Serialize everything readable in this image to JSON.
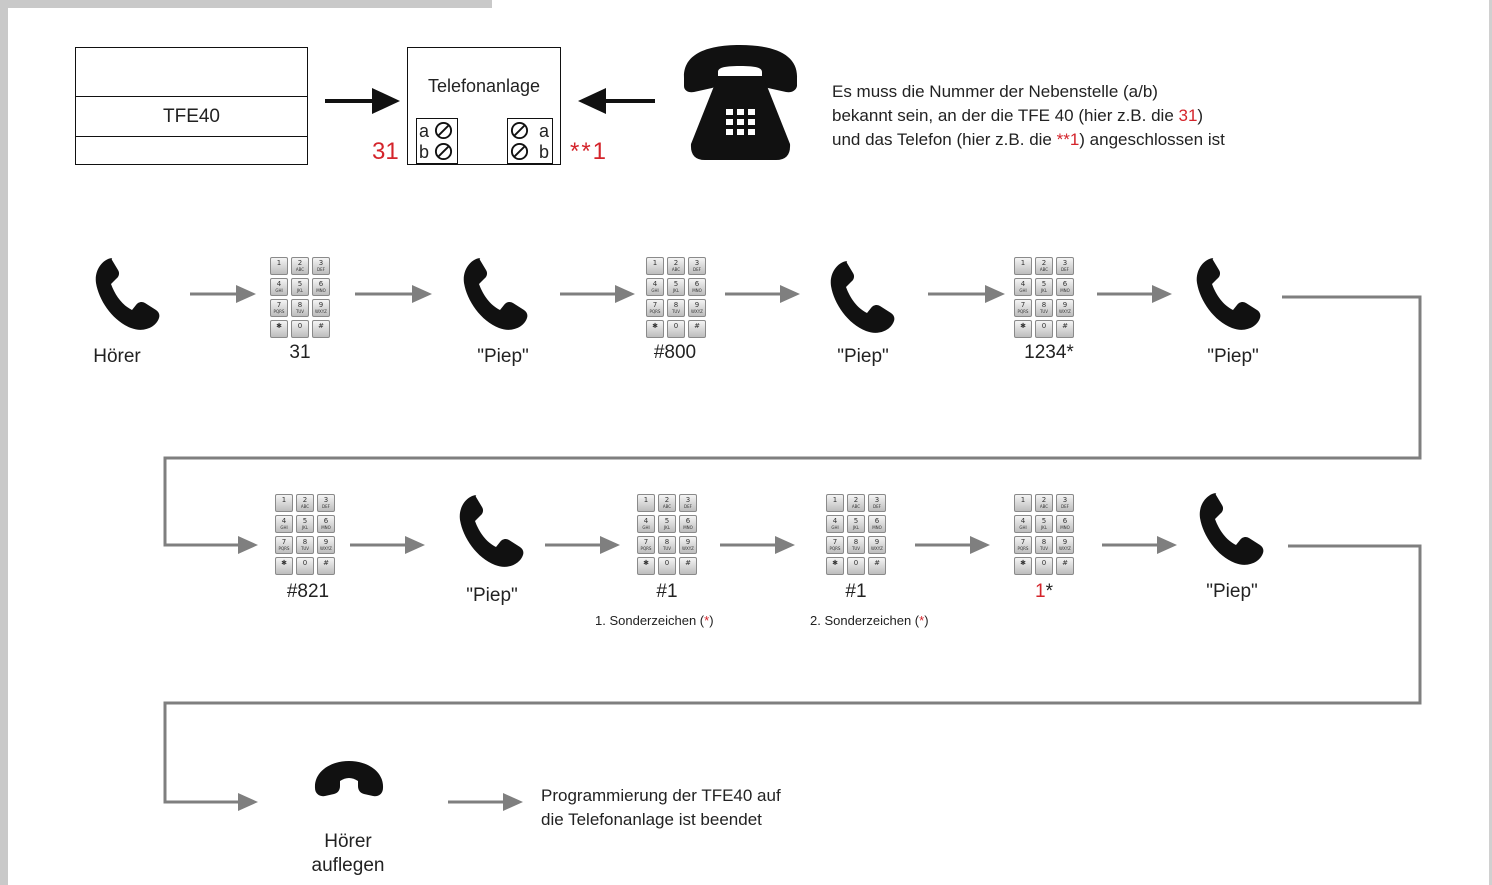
{
  "colors": {
    "accent_red": "#d4242b",
    "arrow_gray": "#7f7f7f",
    "frame_gray": "#c9c9c9"
  },
  "device": {
    "label": "TFE40"
  },
  "pbx": {
    "title": "Telefonanlage",
    "left_terminal": {
      "a": "a",
      "b": "b",
      "number": "31"
    },
    "right_terminal": {
      "a": "a",
      "b": "b",
      "number": "**1"
    }
  },
  "info": {
    "line1": "Es muss die Nummer der Nebenstelle (a/b)",
    "line2_pre": "bekannt sein, an der die TFE 40 (hier z.B. die ",
    "line2_red": "31",
    "line2_post": ")",
    "line3_pre": "und das Telefon (hier z.B. die ",
    "line3_red": "**1",
    "line3_post": ") angeschlossen ist"
  },
  "icons": {
    "handset": "phone-handset-icon",
    "keypad": "keypad-icon",
    "desk_phone": "desk-phone-icon",
    "hangup": "hang-up-icon"
  },
  "keypad_keys": [
    {
      "digit": "1",
      "letters": ""
    },
    {
      "digit": "2",
      "letters": "ABC"
    },
    {
      "digit": "3",
      "letters": "DEF"
    },
    {
      "digit": "4",
      "letters": "GHI"
    },
    {
      "digit": "5",
      "letters": "JKL"
    },
    {
      "digit": "6",
      "letters": "MNO"
    },
    {
      "digit": "7",
      "letters": "PQRS"
    },
    {
      "digit": "8",
      "letters": "TUV"
    },
    {
      "digit": "9",
      "letters": "WXYZ"
    },
    {
      "digit": "✱",
      "letters": ""
    },
    {
      "digit": "0",
      "letters": ""
    },
    {
      "digit": "#",
      "letters": ""
    }
  ],
  "row1": {
    "s1": "Hörer",
    "s2": "31",
    "s3": "\"Piep\"",
    "s4": "#800",
    "s5": "\"Piep\"",
    "s6": "1234*",
    "s7": "\"Piep\""
  },
  "row2": {
    "s1": "#821",
    "s2": "\"Piep\"",
    "s3": "#1",
    "s4": "#1",
    "s5_red": "1",
    "s5_rest": "*",
    "s6": "\"Piep\"",
    "note1_pre": "1. Sonderzeichen (",
    "note1_red": "*",
    "note1_post": ")",
    "note2_pre": "2. Sonderzeichen (",
    "note2_red": "*",
    "note2_post": ")"
  },
  "row3": {
    "hangup_line1": "Hörer",
    "hangup_line2": "auflegen",
    "final_line1": "Programmierung der TFE40 auf",
    "final_line2": "die Telefonanlage ist beendet"
  }
}
